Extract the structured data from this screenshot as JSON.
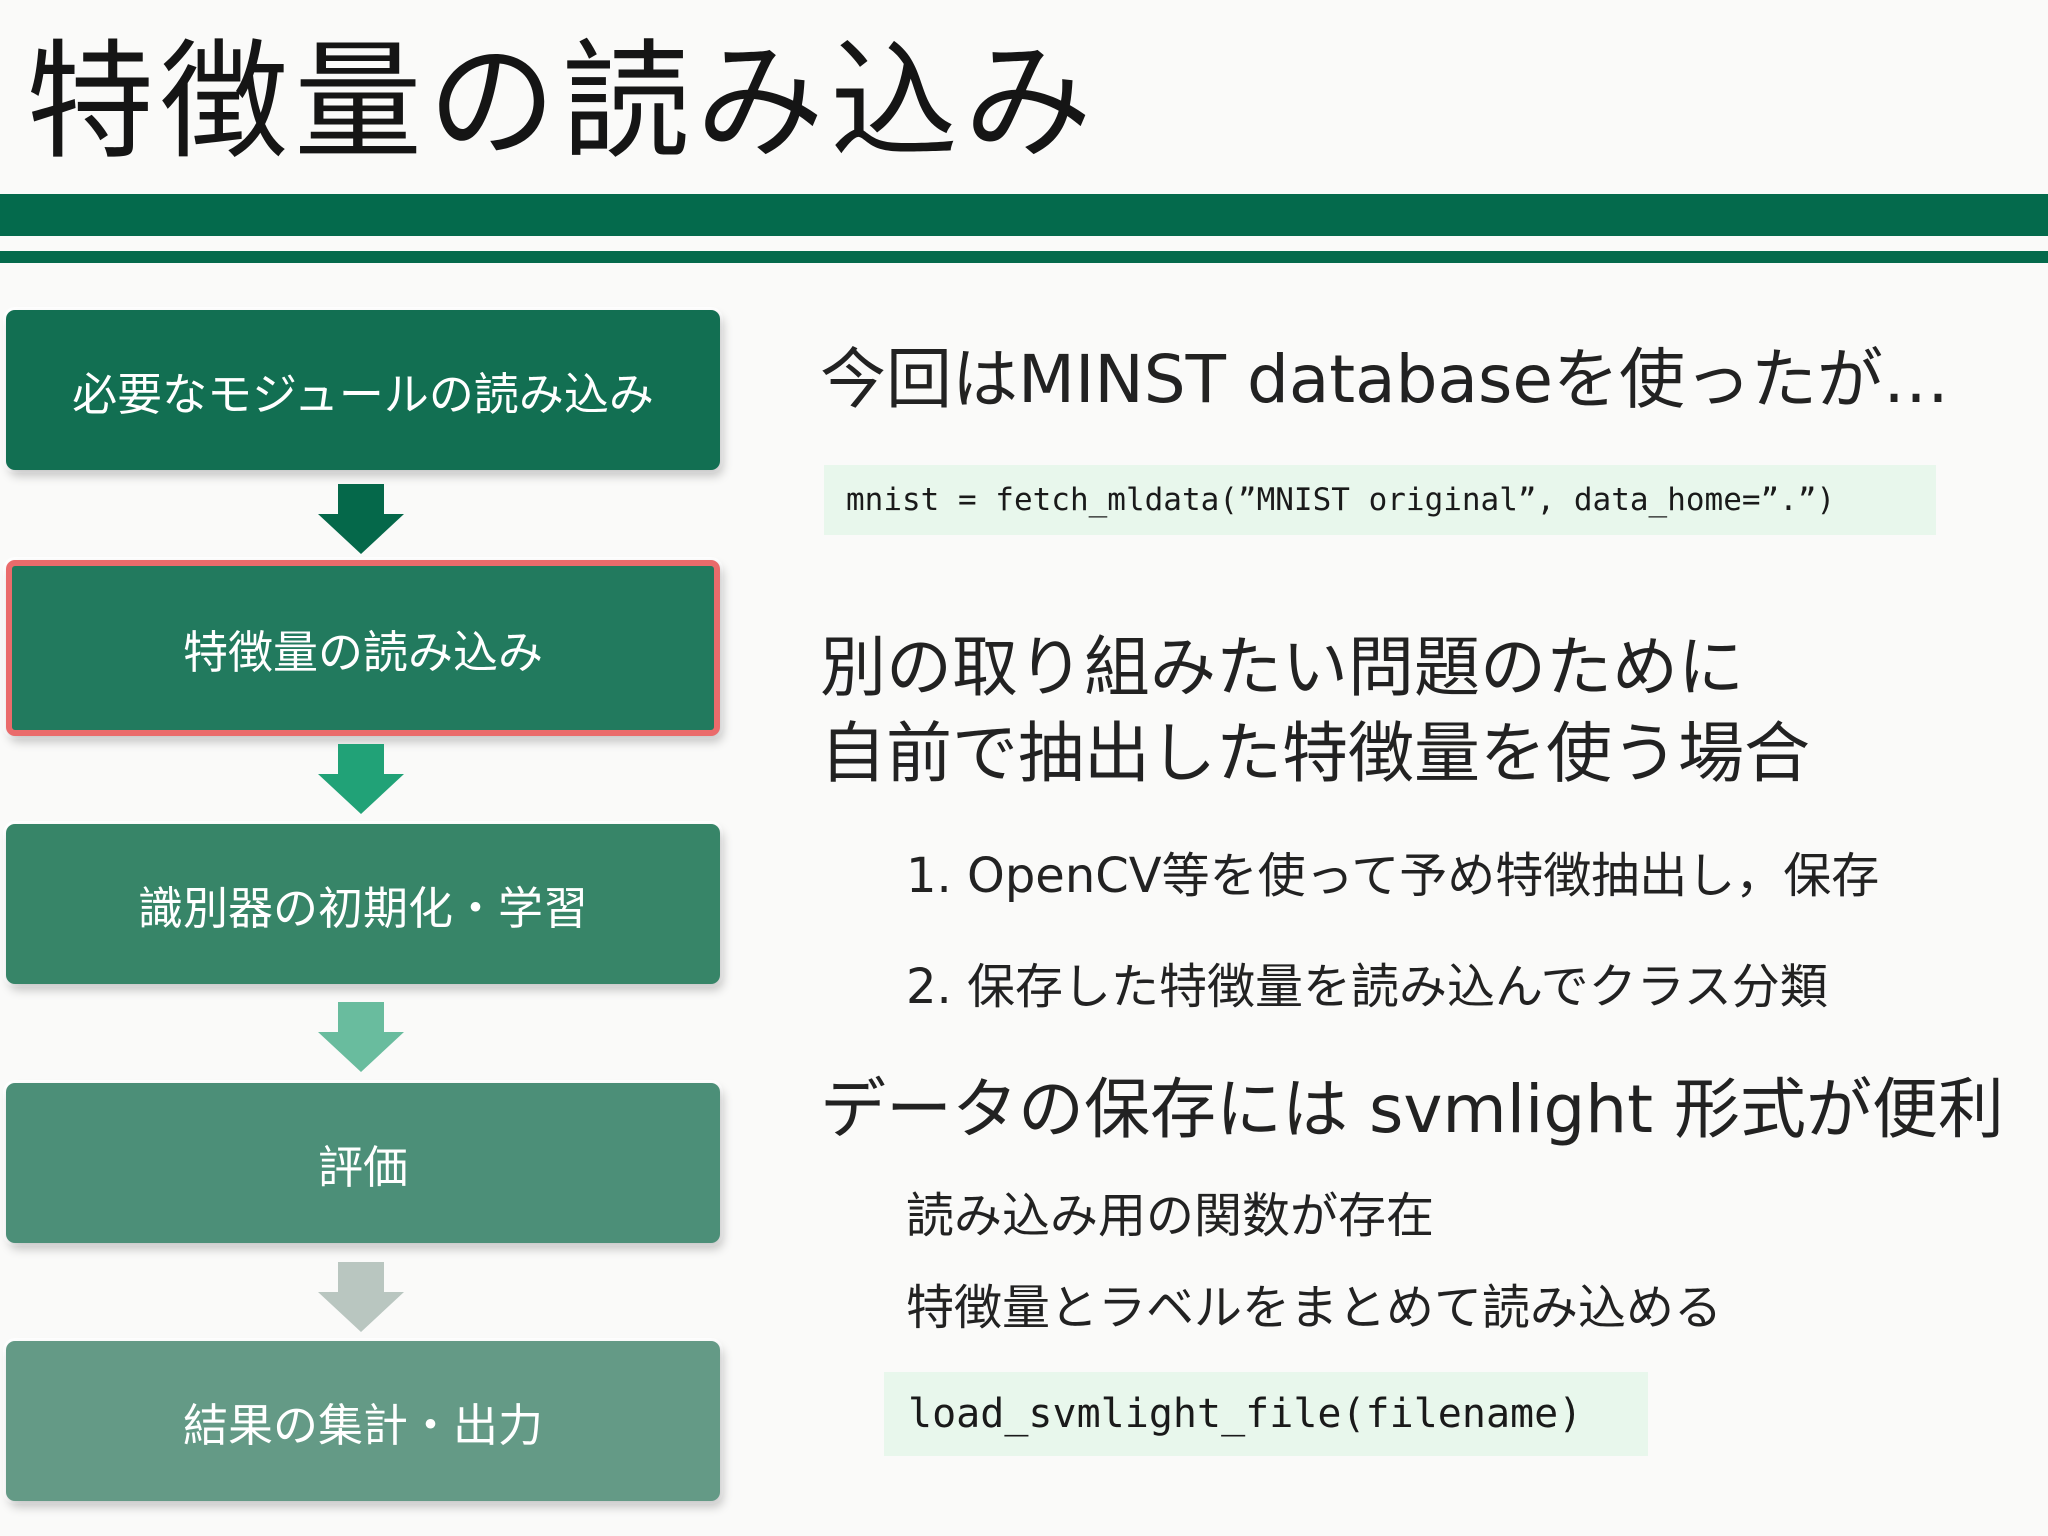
{
  "slide": {
    "title": "特徴量の読み込み",
    "colors": {
      "accent": "#046a4c",
      "highlight_border": "#ea6b6b",
      "code_background": "#e8f7ec"
    }
  },
  "flow": {
    "steps": [
      {
        "label": "必要なモジュールの読み込み",
        "color": "#126f52"
      },
      {
        "label": "特徴量の読み込み",
        "color": "#227a5e",
        "highlighted": true
      },
      {
        "label": "識別器の初期化・学習",
        "color": "#378568"
      },
      {
        "label": "評価",
        "color": "#4c8f78"
      },
      {
        "label": "結果の集計・出力",
        "color": "#649a86"
      }
    ],
    "arrows": [
      {
        "icon": "down-arrow-icon",
        "color": "#05684a"
      },
      {
        "icon": "down-arrow-icon",
        "color": "#21a277"
      },
      {
        "icon": "down-arrow-icon",
        "color": "#69bc9e"
      },
      {
        "icon": "down-arrow-icon",
        "color": "#b9c6c0"
      }
    ]
  },
  "content": {
    "heading1": "今回はMINST databaseを使ったが…",
    "code1": "mnist = fetch_mldata(”MNIST original”, data_home=”.”)",
    "heading2_line1": "別の取り組みたい問題のために",
    "heading2_line2": "自前で抽出した特徴量を使う場合",
    "list1": [
      "1. OpenCV等を使って予め特徴抽出し，保存",
      "2. 保存した特徴量を読み込んでクラス分類"
    ],
    "heading3": "データの保存には svmlight 形式が便利",
    "list2": [
      "読み込み用の関数が存在",
      "特徴量とラベルをまとめて読み込める"
    ],
    "code2": "load_svmlight_file(filename)"
  }
}
